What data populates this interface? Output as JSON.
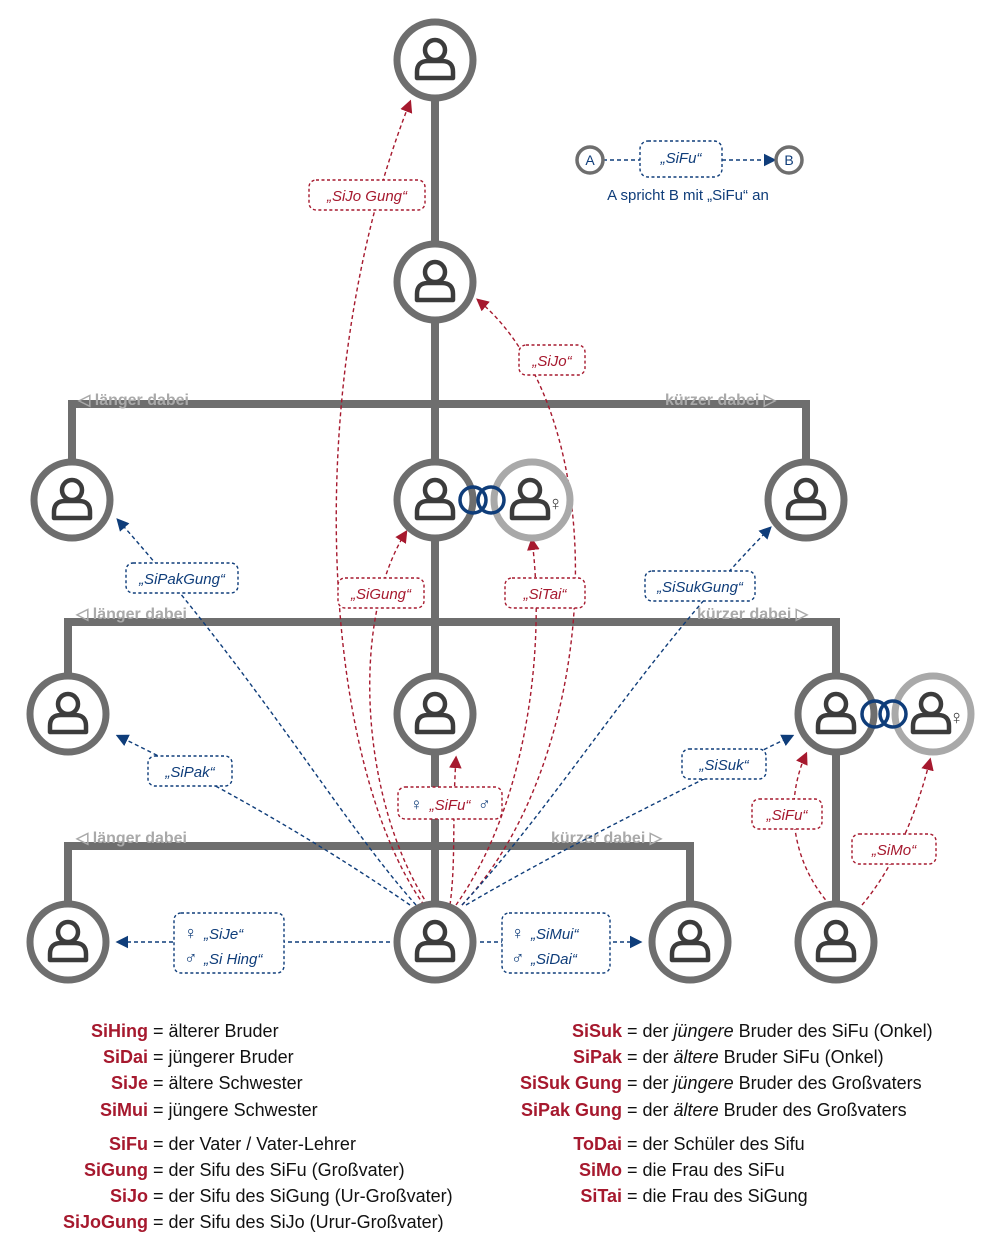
{
  "hints": {
    "longer": "◁ länger dabei",
    "shorter": "kürzer dabei ▷"
  },
  "legend": {
    "a": "A",
    "b": "B",
    "sample": "„SiFu“",
    "caption": "A spricht B mit „SiFu“ an"
  },
  "labels": {
    "sijogung": "„SiJo Gung“",
    "sijo": "„SiJo“",
    "sipakgung": "„SiPakGung“",
    "sigung": "„SiGung“",
    "sitai": "„SiTai“",
    "sisukgung": "„SiSukGung“",
    "sipak": "„SiPak“",
    "sifu_center_f": "♀",
    "sifu_center": "„SiFu“",
    "sifu_center_m": "♂",
    "sisuk": "„SiSuk“",
    "sifu_right": "„SiFu“",
    "simo": "„SiMo“",
    "sije": "„SiJe“",
    "sihing": "„Si Hing“",
    "simui": "„SiMui“",
    "sidai": "„SiDai“",
    "female": "♀",
    "male": "♂"
  },
  "colors": {
    "red": "#a6192e",
    "blue": "#0f3d7a",
    "gray": "#6e6e6e",
    "light_gray": "#a9a9a9"
  },
  "glossary": {
    "left": [
      {
        "term": "SiHing",
        "def": "älterer Bruder"
      },
      {
        "term": "SiDai",
        "def": "jüngerer Bruder"
      },
      {
        "term": "SiJe",
        "def": "ältere Schwester"
      },
      {
        "term": "SiMui",
        "def": "jüngere Schwester"
      },
      {
        "term": "SiFu",
        "def": "der Vater / Vater-Lehrer"
      },
      {
        "term": "SiGung",
        "def": "der Sifu des SiFu (Großvater)"
      },
      {
        "term": "SiJo",
        "def": "der Sifu des SiGung (Ur-Großvater)"
      },
      {
        "term": "SiJoGung",
        "def": "der Sifu des SiJo (Urur-Großvater)"
      }
    ],
    "right": [
      {
        "term": "SiSuk",
        "pre": "der ",
        "em": "jüngere",
        "post": " Bruder des SiFu (Onkel)"
      },
      {
        "term": "SiPak",
        "pre": "der ",
        "em": "ältere",
        "post": " Bruder SiFu (Onkel)"
      },
      {
        "term": "SiSuk Gung",
        "pre": "der ",
        "em": "jüngere",
        "post": " Bruder des Großvaters"
      },
      {
        "term": "SiPak Gung",
        "pre": "der ",
        "em": "ältere",
        "post": " Bruder des Großvaters"
      },
      {
        "term": "ToDai",
        "pre": "der Schüler des Sifu",
        "em": "",
        "post": ""
      },
      {
        "term": "SiMo",
        "pre": "die Frau des SiFu",
        "em": "",
        "post": ""
      },
      {
        "term": "SiTai",
        "pre": "die Frau des SiGung",
        "em": "",
        "post": ""
      }
    ],
    "eq": "="
  }
}
